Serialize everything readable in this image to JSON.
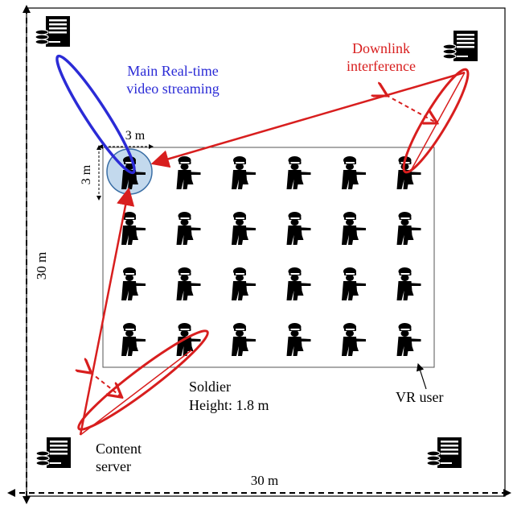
{
  "labels": {
    "main_stream_line1": "Main Real-time",
    "main_stream_line2": "video streaming",
    "downlink_line1": "Downlink",
    "downlink_line2": "interference",
    "cell_width": "3 m",
    "cell_height": "3 m",
    "room_height": "30 m",
    "room_width": "30 m",
    "soldier_line1": "Soldier",
    "soldier_line2": "Height: 1.8 m",
    "vr_user": "VR user",
    "content_line1": "Content",
    "content_line2": "server"
  },
  "grid": {
    "rows": 4,
    "cols": 6
  },
  "icons": {
    "server": "server-icon",
    "soldier": "soldier-icon"
  },
  "colors": {
    "blue": "#2b2bd6",
    "red": "#d81e1e",
    "highlight_fill": "#b9d2ea",
    "highlight_stroke": "#3a6ea5",
    "black": "#000000"
  }
}
